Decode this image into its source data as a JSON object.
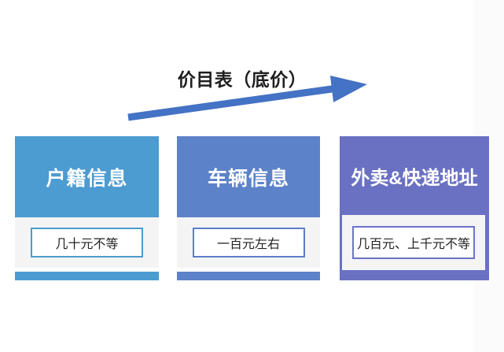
{
  "title": "价目表（底价）",
  "arrow": {
    "name": "upward-trend-arrow",
    "color": "#4472C4"
  },
  "cards": [
    {
      "title": "户籍信息",
      "price": "几十元不等",
      "accent": "#4C9BD1",
      "tag_border": "#4A9CCE",
      "body_bg": "#F4F4F5"
    },
    {
      "title": "车辆信息",
      "price": "一百元左右",
      "accent": "#5C82C9",
      "tag_border": "#5B7EC9",
      "body_bg": "#F4F4F5"
    },
    {
      "title": "外卖&快递地址",
      "price": "几百元、上千元不等",
      "accent": "#6A71C3",
      "tag_border": "#6A74C9",
      "body_bg": "#F4F4F5"
    }
  ],
  "colors": {
    "background": "#FFFFFF",
    "title_text": "#1F1F1F",
    "card_title_text": "#FFFFFF",
    "price_text": "#232323"
  }
}
